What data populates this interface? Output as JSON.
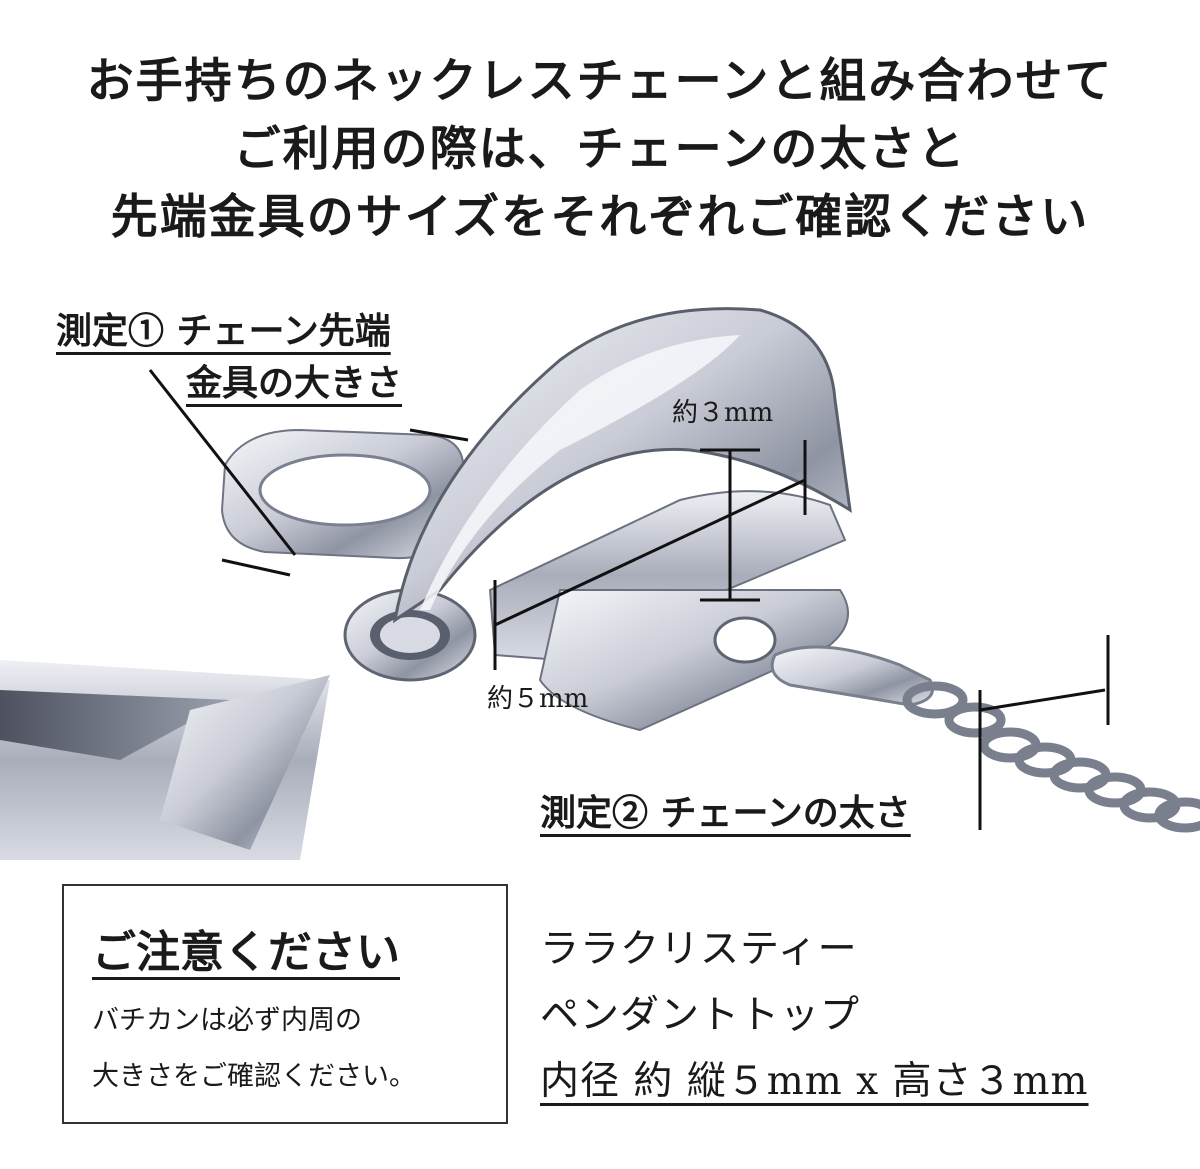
{
  "heading": {
    "line1": "お手持ちのネックレスチェーンと組み合わせて",
    "line2": "ご利用の際は、チェーンの太さと",
    "line3": "先端金具のサイズをそれぞれご確認ください"
  },
  "labels": {
    "measure1_line1": "測定① チェーン先端",
    "measure1_line2": "金具の大きさ",
    "measure2": "測定② チェーンの太さ",
    "size_height": "約３mm",
    "size_width": "約５mm"
  },
  "notice": {
    "title": "ご注意ください",
    "line1": "バチカンは必ず内周の",
    "line2": "大きさをご確認ください。"
  },
  "product": {
    "name": "ララクリスティー",
    "type": "ペンダントトップ",
    "dimensions": "内径 約 縦５mm x 高さ３mm"
  }
}
